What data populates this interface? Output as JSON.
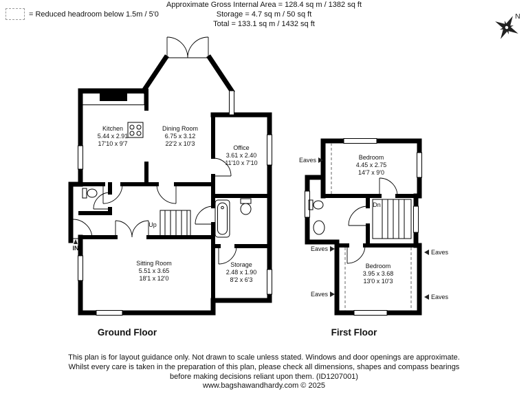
{
  "legend": {
    "label": "= Reduced headroom below 1.5m / 5'0"
  },
  "header": {
    "line1": "Approximate Gross Internal Area = 128.4 sq m / 1382 sq ft",
    "line2": "Storage = 4.7 sq m / 50 sq ft",
    "line3": "Total = 133.1 sq m / 1432 sq ft"
  },
  "compass": {
    "north_label": "N"
  },
  "ground_floor": {
    "title": "Ground Floor",
    "rooms": {
      "kitchen": {
        "name": "Kitchen",
        "metric": "5.44 x 2.91",
        "imperial": "17'10 x 9'7"
      },
      "dining": {
        "name": "Dining Room",
        "metric": "6.75 x 3.12",
        "imperial": "22'2 x 10'3"
      },
      "office": {
        "name": "Office",
        "metric": "3.61 x 2.40",
        "imperial": "11'10 x 7'10"
      },
      "sitting": {
        "name": "Sitting Room",
        "metric": "5.51 x 3.65",
        "imperial": "18'1 x 12'0"
      },
      "storage": {
        "name": "Storage",
        "metric": "2.48 x 1.90",
        "imperial": "8'2 x 6'3"
      }
    },
    "labels": {
      "up": "Up",
      "in": "IN"
    }
  },
  "first_floor": {
    "title": "First Floor",
    "rooms": {
      "bedroom1": {
        "name": "Bedroom",
        "metric": "4.45 x 2.75",
        "imperial": "14'7 x 9'0"
      },
      "bedroom2": {
        "name": "Bedroom",
        "metric": "3.95 x 3.68",
        "imperial": "13'0 x 10'3"
      }
    },
    "labels": {
      "dn": "Dn",
      "eaves": "Eaves"
    }
  },
  "footer": {
    "line1": "This plan is for layout guidance only. Not drawn to scale unless stated. Windows and door openings are approximate.",
    "line2": "Whilst every care is taken in the preparation of this plan, please check all dimensions, shapes and compass bearings",
    "line3": "before making decisions reliant upon them. (ID1207001)",
    "credit": "www.bagshawandhardy.com © 2025"
  }
}
